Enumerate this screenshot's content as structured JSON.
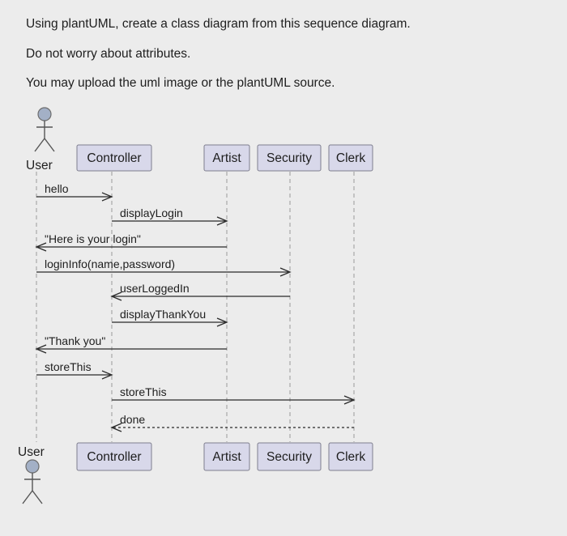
{
  "question": {
    "line1": "Using plantUML, create a class diagram from this sequence diagram.",
    "line2": "Do not worry about attributes.",
    "line3": "You may upload the uml image or the plantUML source."
  },
  "participants": [
    "User",
    "Controller",
    "Artist",
    "Security",
    "Clerk"
  ],
  "messages": [
    {
      "from": "User",
      "to": "Controller",
      "label": "hello",
      "style": "solid"
    },
    {
      "from": "Controller",
      "to": "Artist",
      "label": "displayLogin",
      "style": "solid"
    },
    {
      "from": "Artist",
      "to": "User",
      "label": "\"Here is your login\"",
      "style": "solid"
    },
    {
      "from": "User",
      "to": "Security",
      "label": "loginInfo(name,password)",
      "style": "solid"
    },
    {
      "from": "Security",
      "to": "Controller",
      "label": "userLoggedIn",
      "style": "solid"
    },
    {
      "from": "Controller",
      "to": "Artist",
      "label": "displayThankYou",
      "style": "solid"
    },
    {
      "from": "Artist",
      "to": "User",
      "label": "\"Thank you\"",
      "style": "solid"
    },
    {
      "from": "User",
      "to": "Controller",
      "label": "storeThis",
      "style": "solid"
    },
    {
      "from": "Controller",
      "to": "Clerk",
      "label": "storeThis",
      "style": "solid"
    },
    {
      "from": "Clerk",
      "to": "Controller",
      "label": "done",
      "style": "dashed"
    }
  ],
  "colors": {
    "participant_fill": "#d8d8ea",
    "participant_border": "#7e7e8e",
    "actor_fill": "#a3b0c6",
    "lifeline": "#9a9a9a",
    "arrow": "#2a2a2a"
  }
}
